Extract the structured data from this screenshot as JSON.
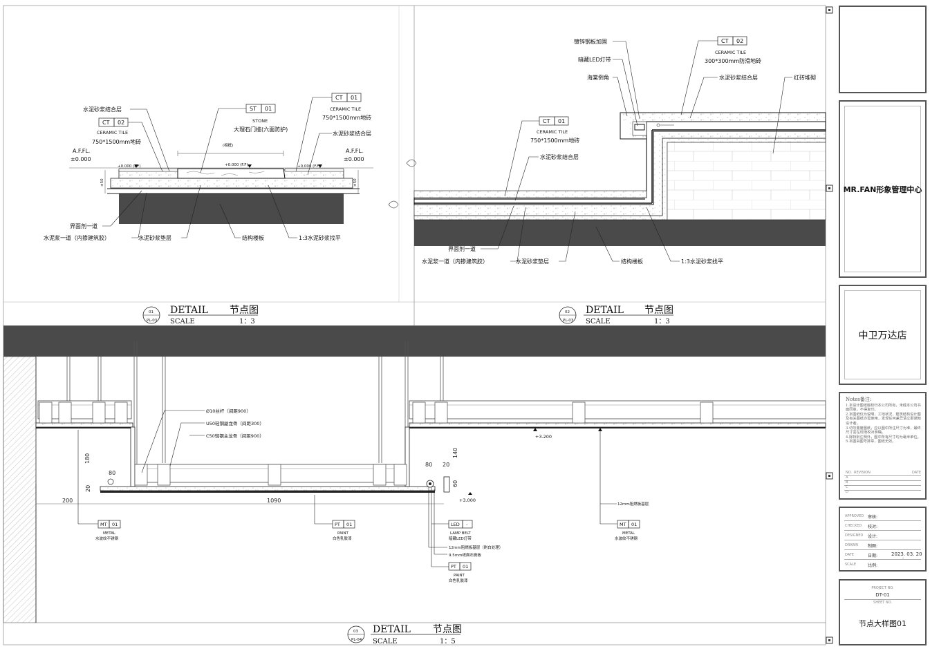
{
  "detail01": {
    "num": "01",
    "ref": "PL-03",
    "title": "DETAIL",
    "title_cn": "节点图",
    "scale_label": "SCALE",
    "scale_value": "1：3",
    "left_affl": "A.F.FL.",
    "left_level": "±0.000",
    "right_affl": "A.F.FL.",
    "right_level": "±0.000",
    "left_dim": "±50",
    "right_dim": "±50",
    "top_left_label": "水泥砂浆结合层",
    "tag_ct02": {
      "code": "CT",
      "num": "02",
      "name": "CERAMIC TILE",
      "desc": "750*1500mm地砖"
    },
    "tag_st01": {
      "code": "ST",
      "num": "01",
      "name": "STONE",
      "desc": "大理石门槛(六面防护)"
    },
    "tag_ct01": {
      "code": "CT",
      "num": "01",
      "name": "CERAMIC TILE",
      "desc": "750*1500mm地砖"
    },
    "right_label": "水泥砂浆结合层",
    "bottom_labels": [
      "界面剂一道",
      "水泥浆一道（内掺建筑胶）",
      "水泥砂浆垫层",
      "结构楼板",
      "1:3水泥砂浆找平"
    ]
  },
  "detail02": {
    "num": "02",
    "ref": "PL-03",
    "title": "DETAIL",
    "title_cn": "节点图",
    "scale_label": "SCALE",
    "scale_value": "1：3",
    "labels_top": [
      "镀锌钢板加固",
      "暗藏LED灯带",
      "海棠倒角"
    ],
    "tag_ct02": {
      "code": "CT",
      "num": "02",
      "name": "CERAMIC TILE",
      "desc": "300*300mm防滑地砖"
    },
    "mortar_top": "水泥砂浆结合层",
    "brick": "红砖堆砌",
    "tag_ct01": {
      "code": "CT",
      "num": "01",
      "name": "CERAMIC TILE",
      "desc": "750*1500mm地砖"
    },
    "mortar_mid": "水泥砂浆结合层",
    "bottom_labels": [
      "界面剂一道",
      "水泥浆一道（内掺建筑胶）",
      "水泥砂浆垫层",
      "结构楼板",
      "1:3水泥砂浆找平"
    ]
  },
  "detail03": {
    "num": "03",
    "ref": "PL-04",
    "title": "DETAIL",
    "title_cn": "节点图",
    "scale_label": "SCALE",
    "scale_value": "1：5",
    "notes": [
      "Ø10丝杆（间距900）",
      "U50轻钢副龙骨（间距300）",
      "C50轻钢主龙骨（间距900）"
    ],
    "dims": {
      "d180": "180",
      "d80a": "80",
      "d20a": "20",
      "d200": "200",
      "d1090": "1090",
      "d80b": "80",
      "d20b": "20",
      "d140": "140",
      "d60": "60"
    },
    "levels": {
      "l3200": "+3.200",
      "l3000": "+3.000"
    },
    "tag_mt_left": {
      "code": "MT",
      "num": "01",
      "name": "METAL",
      "desc": "水波纹不锈钢"
    },
    "tag_pt_mid": {
      "code": "PT",
      "num": "01",
      "name": "PAINT",
      "desc": "白色乳胶漆"
    },
    "tag_led": {
      "code": "LED",
      "num": "-",
      "name": "LAMP BELT",
      "desc": "暗藏LED灯带"
    },
    "led_extra": [
      "12mm阻燃板基层（刷白处理）",
      "9.5mm纸面石膏板"
    ],
    "tag_pt_bottom": {
      "code": "PT",
      "num": "01",
      "name": "PAINT",
      "desc": "白色乳胶漆"
    },
    "board_label": "12mm阻燃板基层",
    "tag_mt_right": {
      "code": "MT",
      "num": "01",
      "name": "METAL",
      "desc": "水波纹不锈钢"
    }
  },
  "titleblock": {
    "project": "MR.FAN形象管理中心",
    "store": "中卫万达店",
    "notes_title": "Notes备注:",
    "notes": [
      "1.本设计图纸版权归本公司所有，未经本公司书面同意，不得复印。",
      "2.本图纸仅为说明，工地状况、建筑结构设计图及有关图纸亦需使用，发现任何差异请立即通知设计者。",
      "3.切勿量度图纸，应以图中所注尺寸为准，最终尺寸需在现场校对准确。",
      "4.除特别注明外，图中所有尺寸均为毫米单位。",
      "5.本图由图号排章，图纸无效。"
    ],
    "revision_headers": {
      "no": "NO.",
      "revision": "REVISION",
      "date": "DATE"
    },
    "revision_rows": [
      "A",
      "B",
      "C",
      "D"
    ],
    "approval": [
      {
        "en": "APPROVED",
        "cn": "审核:",
        "val": ""
      },
      {
        "en": "CHECKED",
        "cn": "校对:",
        "val": ""
      },
      {
        "en": "DESIGNED",
        "cn": "设计:",
        "val": ""
      },
      {
        "en": "DRAWN",
        "cn": "制图:",
        "val": ""
      },
      {
        "en": "DATE",
        "cn": "日期:",
        "val": "2023. 03. 20"
      },
      {
        "en": "SCALE",
        "cn": "比例:",
        "val": "-"
      }
    ],
    "project_no_label": "PROJECT NO.",
    "project_no": "DT-01",
    "sheet_no_label": "SHEET NO.",
    "sheet_title": "节点大样图01"
  }
}
